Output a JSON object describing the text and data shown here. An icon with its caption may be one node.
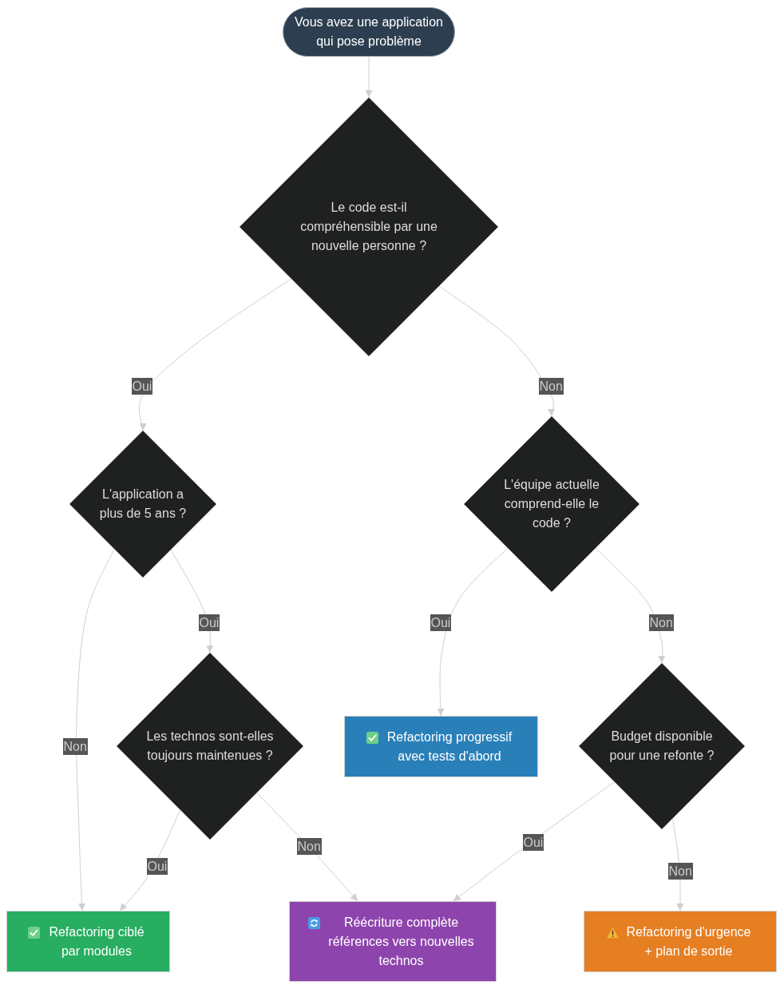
{
  "diagram": {
    "nodes": [
      {
        "text": [
          "Vous avez une application qui pose problème"
        ]
      },
      {
        "text": [
          "Le code est-il compréhensible par une nouvelle personne ?"
        ]
      },
      {
        "text": [
          "L'application a plus de 5 ans ?"
        ]
      },
      {
        "text": [
          "L'équipe actuelle comprend-elle le code ?"
        ]
      },
      {
        "text": [
          "Les technos sont-elles toujours maintenues ?"
        ]
      },
      {
        "text": [
          "Refactoring progressif avec tests d'abord"
        ]
      },
      {
        "text": [
          "Budget disponible pour une refonte ?"
        ]
      },
      {
        "text": [
          "Refactoring ciblé par modules"
        ]
      },
      {
        "text": [
          "Réécriture complète références vers nouvelles technos"
        ]
      },
      {
        "text": [
          "Refactoring d'urgence + plan de sortie"
        ]
      }
    ],
    "edges": [
      {
        "from": 0,
        "to": 1,
        "arrow": "to"
      },
      {
        "from": 1,
        "to": 2,
        "arrow": "to",
        "label": "Oui"
      },
      {
        "from": 1,
        "to": 3,
        "arrow": "to",
        "label": "Non"
      },
      {
        "from": 2,
        "to": 4,
        "arrow": "to",
        "label": "Oui"
      },
      {
        "from": 2,
        "to": 7,
        "arrow": "to",
        "label": "Non"
      },
      {
        "from": 3,
        "to": 5,
        "arrow": "to",
        "label": "Oui"
      },
      {
        "from": 3,
        "to": 6,
        "arrow": "to",
        "label": "Non"
      },
      {
        "from": 4,
        "to": 7,
        "arrow": "to",
        "label": "Oui"
      },
      {
        "from": 4,
        "to": 8,
        "arrow": "to",
        "label": "Non"
      },
      {
        "from": 6,
        "to": 8,
        "arrow": "to",
        "label": "Oui"
      },
      {
        "from": 6,
        "to": 9,
        "arrow": "to",
        "label": "Non"
      }
    ]
  }
}
